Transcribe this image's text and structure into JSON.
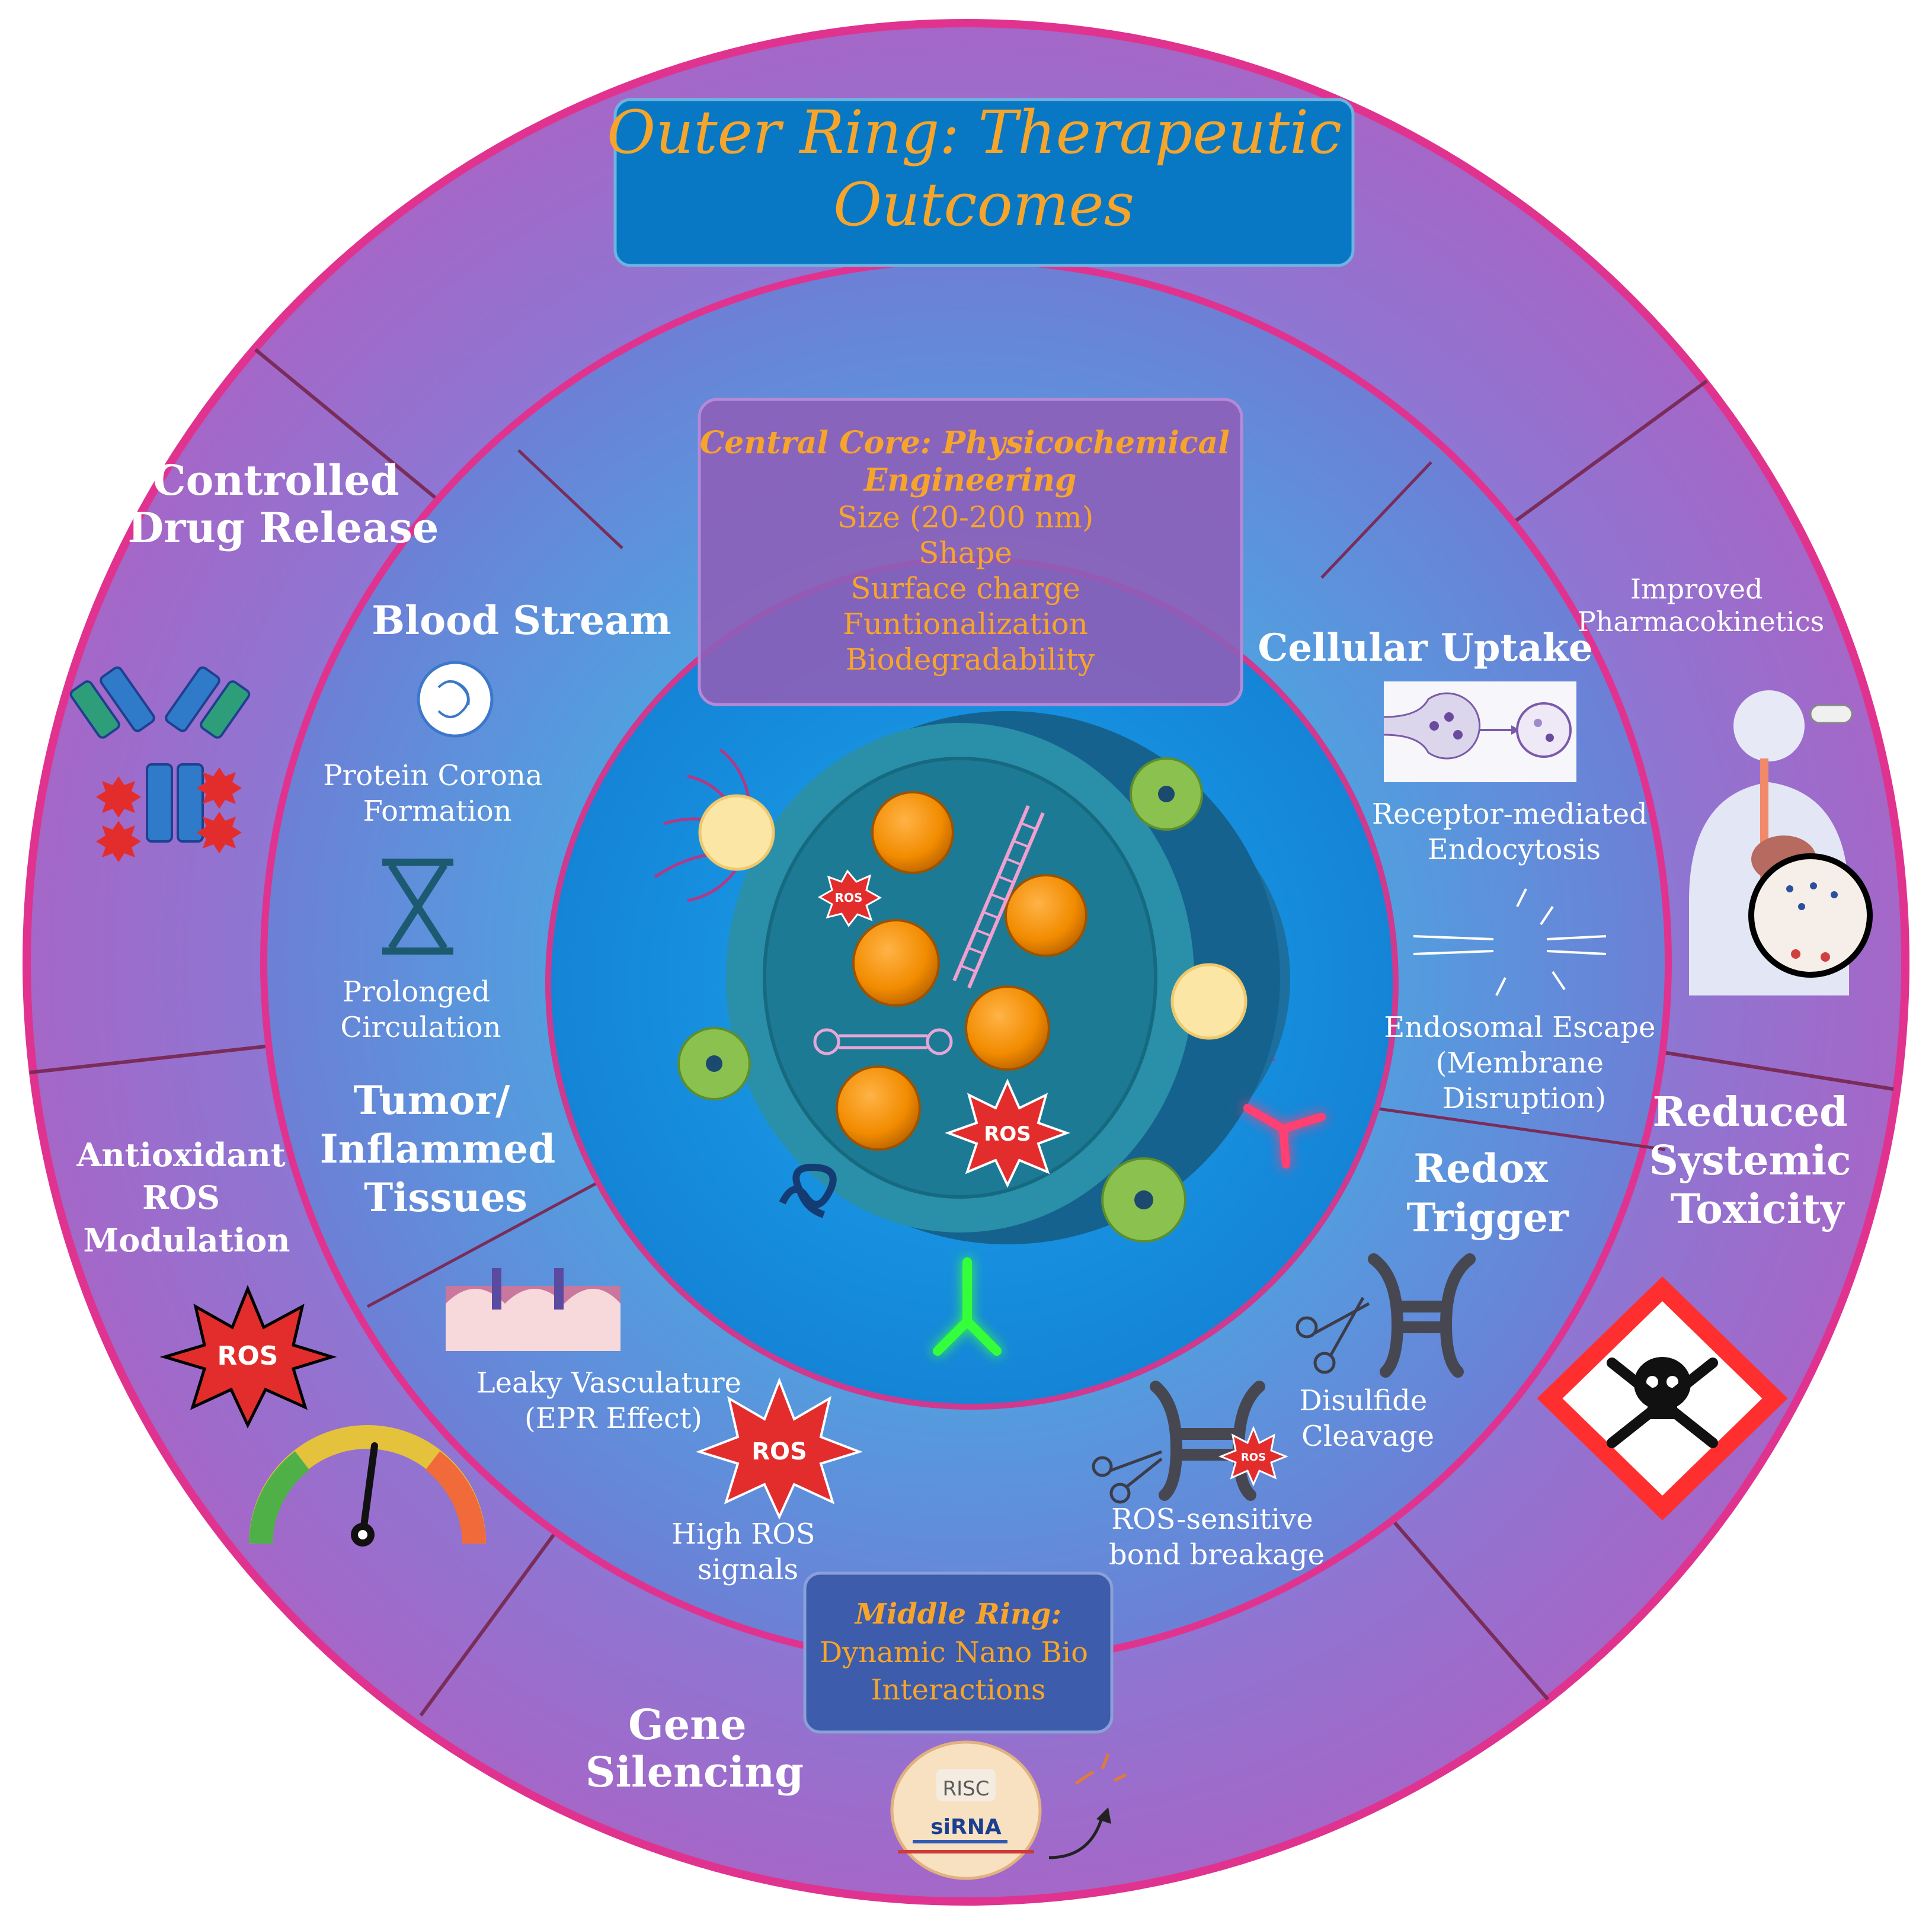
{
  "colors": {
    "ring_border": "#e0338f",
    "outer_ring_inner": "#7f7fd8",
    "outer_ring_outer": "#a567c8",
    "middle_ring_inner": "#4fa2e0",
    "middle_ring_outer": "#6d7fd6",
    "core": "#1496e3",
    "title_box": "#0878c4",
    "title_text": "#f7a52a",
    "core_box": "#8d5fb8",
    "white_text": "#ffffff",
    "divider": "#7a2c5a",
    "nanoparticle_outer": "#1c6f9e",
    "nanoparticle_inner": "#2a8fa9",
    "drug_orange": "#f28c00",
    "ros_red": "#e32d2d"
  },
  "outer_ring": {
    "title_line1": "Outer Ring: Therapeutic",
    "title_line2": "Outcomes",
    "segments": {
      "controlled_release_l1": "Controlled",
      "controlled_release_l2": "Drug Release",
      "pharmacokinetics_l1": "Improved",
      "pharmacokinetics_l2": "Pharmacokinetics",
      "toxicity_l1": "Reduced",
      "toxicity_l2": "Systemic",
      "toxicity_l3": "Toxicity",
      "antioxidant_l1": "Antioxidant",
      "antioxidant_l2": "ROS",
      "antioxidant_l3": "Modulation",
      "gene_l1": "Gene",
      "gene_l2": "Silencing"
    }
  },
  "middle_ring": {
    "label_line1": "Middle Ring:",
    "label_line2": "Dynamic Nano Bio",
    "label_line3": "Interactions",
    "blood_stream": {
      "title": "Blood Stream",
      "corona_l1": "Protein Corona",
      "corona_l2": "Formation",
      "circulation_l1": "Prolonged",
      "circulation_l2": "Circulation"
    },
    "cellular_uptake": {
      "title": "Cellular Uptake",
      "endocytosis_l1": "Receptor-mediated",
      "endocytosis_l2": "Endocytosis",
      "escape_l1": "Endosomal Escape",
      "escape_l2": "(Membrane",
      "escape_l3": "Disruption)"
    },
    "tumor": {
      "title_l1": "Tumor/",
      "title_l2": "Inflammed",
      "title_l3": "Tissues",
      "leaky_l1": "Leaky Vasculature",
      "leaky_l2": "(EPR Effect)",
      "ros_l1": "High ROS",
      "ros_l2": "signals"
    },
    "redox": {
      "title_l1": "Redox",
      "title_l2": "Trigger",
      "disulfide_l1": "Disulfide",
      "disulfide_l2": "Cleavage",
      "ros_bond_l1": "ROS-sensitive",
      "ros_bond_l2": "bond breakage"
    }
  },
  "core": {
    "title_l1": "Central Core: Physicochemical",
    "title_l2": "Engineering",
    "items": [
      "Size (20-200 nm)",
      "Shape",
      "Surface charge",
      "Funtionalization",
      "Biodegradability"
    ]
  },
  "badges": {
    "ros": "ROS",
    "risc": "RISC",
    "sirna": "siRNA"
  }
}
